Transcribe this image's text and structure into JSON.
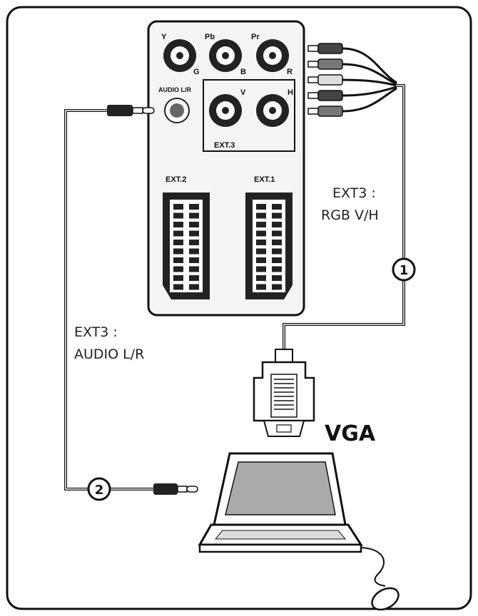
{
  "panel": {
    "jack_letters": [
      "Y",
      "Pb",
      "Pr",
      "G",
      "B",
      "R",
      "V",
      "H"
    ],
    "audio_label": "AUDIO L/R",
    "ext3_label": "EXT.3",
    "ext2_label": "EXT.2",
    "ext1_label": "EXT.1"
  },
  "cables": {
    "rgb_label_line1": "EXT3 :",
    "rgb_label_line2": "RGB V/H",
    "rgb_number": "1",
    "audio_label_line1": "EXT3 :",
    "audio_label_line2": "AUDIO L/R",
    "audio_number": "2"
  },
  "device": {
    "vga_label": "VGA"
  },
  "colors": {
    "line": "#111111",
    "panel_fill": "#f4f4f4",
    "jack_fill": "#222222"
  }
}
